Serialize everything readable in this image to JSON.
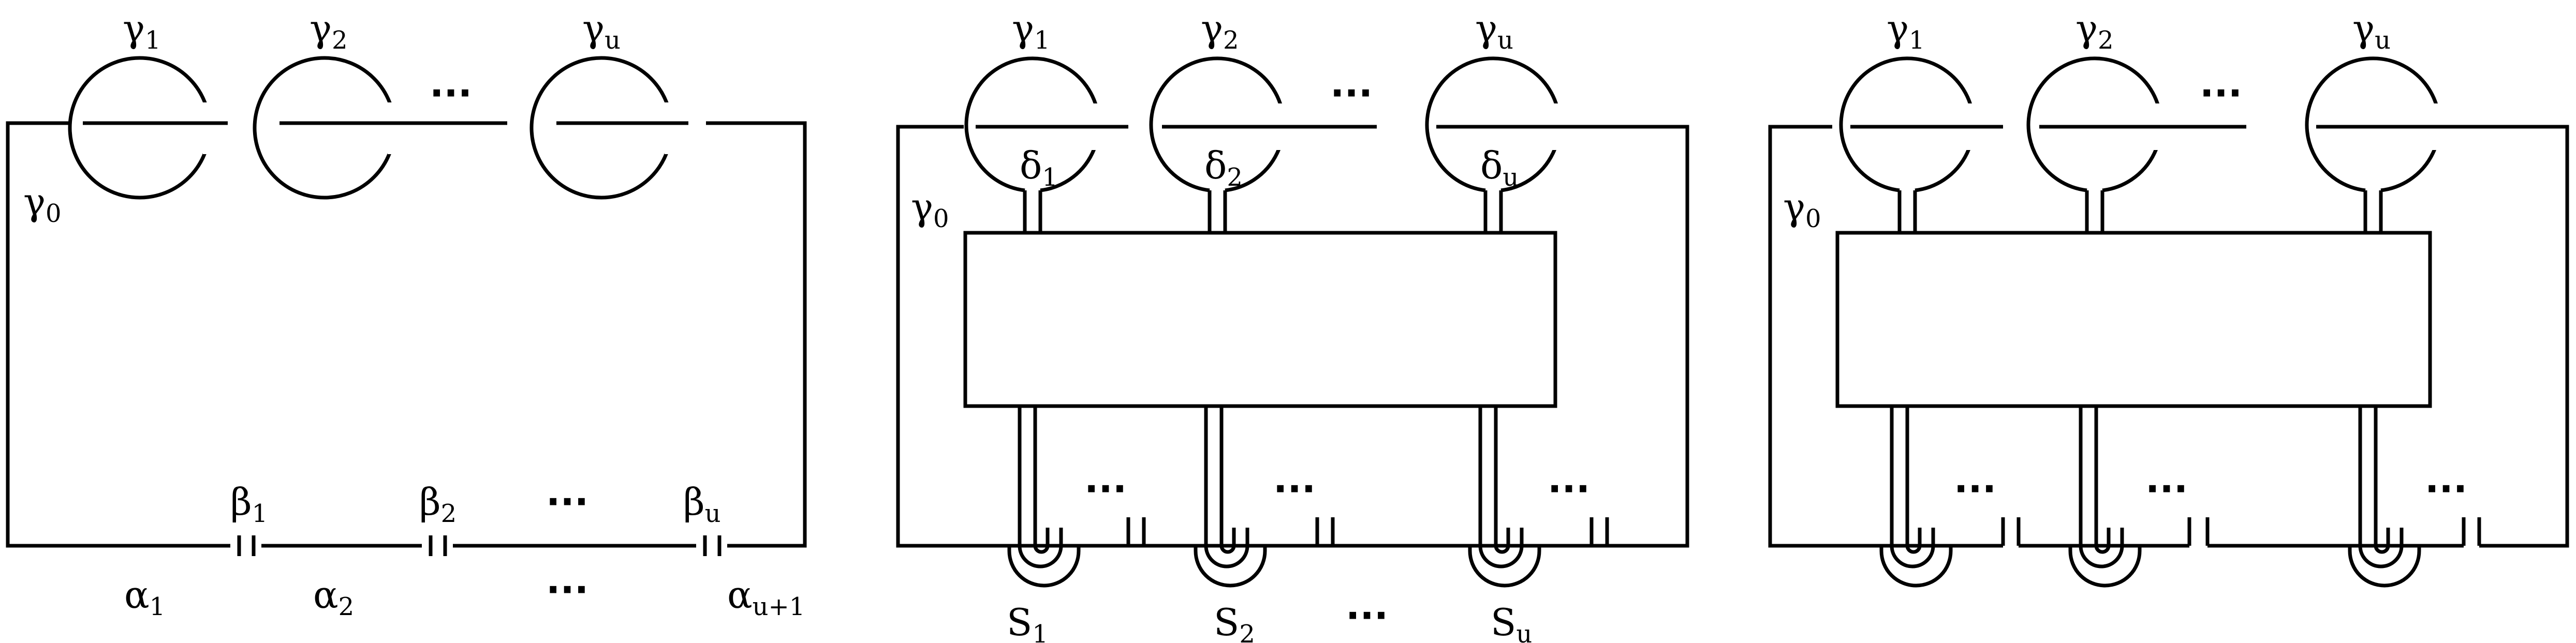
{
  "labels": {
    "gamma_0": {
      "base": "γ",
      "sub": "0"
    },
    "gamma_1": {
      "base": "γ",
      "sub": "1"
    },
    "gamma_2": {
      "base": "γ",
      "sub": "2"
    },
    "gamma_u": {
      "base": "γ",
      "sub": "u"
    },
    "beta_1": {
      "base": "β",
      "sub": "1"
    },
    "beta_2": {
      "base": "β",
      "sub": "2"
    },
    "beta_u": {
      "base": "β",
      "sub": "u"
    },
    "alpha_1": {
      "base": "α",
      "sub": "1"
    },
    "alpha_2": {
      "base": "α",
      "sub": "2"
    },
    "alpha_u1": {
      "base": "α",
      "sub": "u+1"
    },
    "delta_1": {
      "base": "δ",
      "sub": "1"
    },
    "delta_2": {
      "base": "δ",
      "sub": "2"
    },
    "delta_u": {
      "base": "δ",
      "sub": "u"
    },
    "s_1": {
      "base": "S",
      "sub": "1"
    },
    "s_2": {
      "base": "S",
      "sub": "2"
    },
    "s_u": {
      "base": "S",
      "sub": "u"
    },
    "ellipsis": "···"
  }
}
